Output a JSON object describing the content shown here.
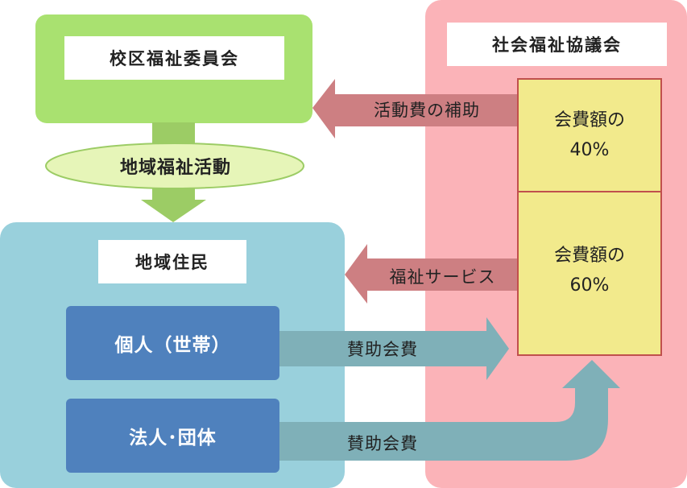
{
  "school_committee": {
    "title": "校区福祉委員会"
  },
  "council": {
    "title": "社会福祉協議会",
    "fee_upper": {
      "line1": "会費額の",
      "line2": "40%"
    },
    "fee_lower": {
      "line1": "会費額の",
      "line2": "60%"
    }
  },
  "activity": {
    "label": "地域福祉活動"
  },
  "residents": {
    "title": "地域住民",
    "individual": "個人（世帯）",
    "corporate": "法人･団体"
  },
  "arrows": {
    "subsidy": "活動費の補助",
    "service": "福祉サービス",
    "dues_individual": "賛助会費",
    "dues_corporate": "賛助会費"
  },
  "colors": {
    "council_bg": "#fbb3b8",
    "school_bg": "#a9e170",
    "residents_bg": "#99d0dc",
    "fee_box": "#f2ea8c",
    "member_box": "#4f81bd",
    "arrow_red": "#cd7f82",
    "arrow_teal": "#7fb0b8",
    "arrow_green": "#9ccc65"
  }
}
